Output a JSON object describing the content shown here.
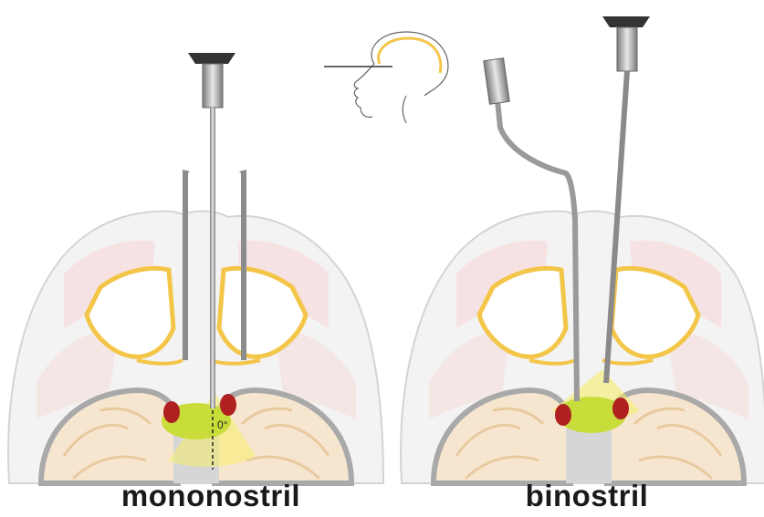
{
  "panels": [
    {
      "caption": "mononostril",
      "angle_label": "0°"
    },
    {
      "caption": "binostril"
    }
  ],
  "colors": {
    "skin": "#f2f2f2",
    "outline": "#cfcfcf",
    "bone": "#f3c64a",
    "brain": "#f7e6cf",
    "dura": "#a9a9a9",
    "tumor": "#c8dc3a",
    "vessel": "#b02020",
    "light_cone": "#f7ee6a",
    "instrument": "#8c8c8c"
  }
}
